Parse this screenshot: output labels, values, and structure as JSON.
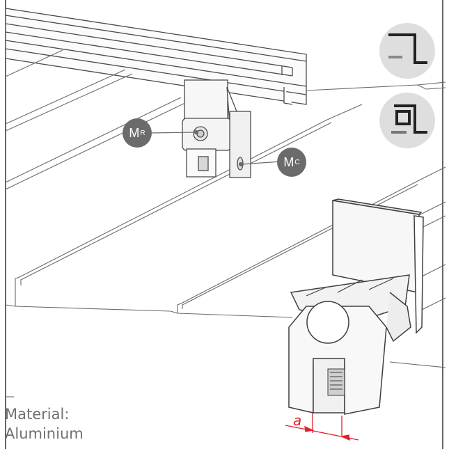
{
  "callouts": {
    "mr": {
      "main": "M",
      "sub": "R"
    },
    "mc": {
      "main": "M",
      "sub": "C"
    }
  },
  "material": {
    "label": "Material:",
    "value": "Aluminium"
  },
  "dimension": {
    "label": "a"
  },
  "icons": [
    "seam-profile-angle-icon",
    "seam-profile-round-icon"
  ],
  "colors": {
    "line": "#4a4a4a",
    "callout": "#6b6b6b",
    "dimension": "#e0202a",
    "badge": "#dedede"
  }
}
